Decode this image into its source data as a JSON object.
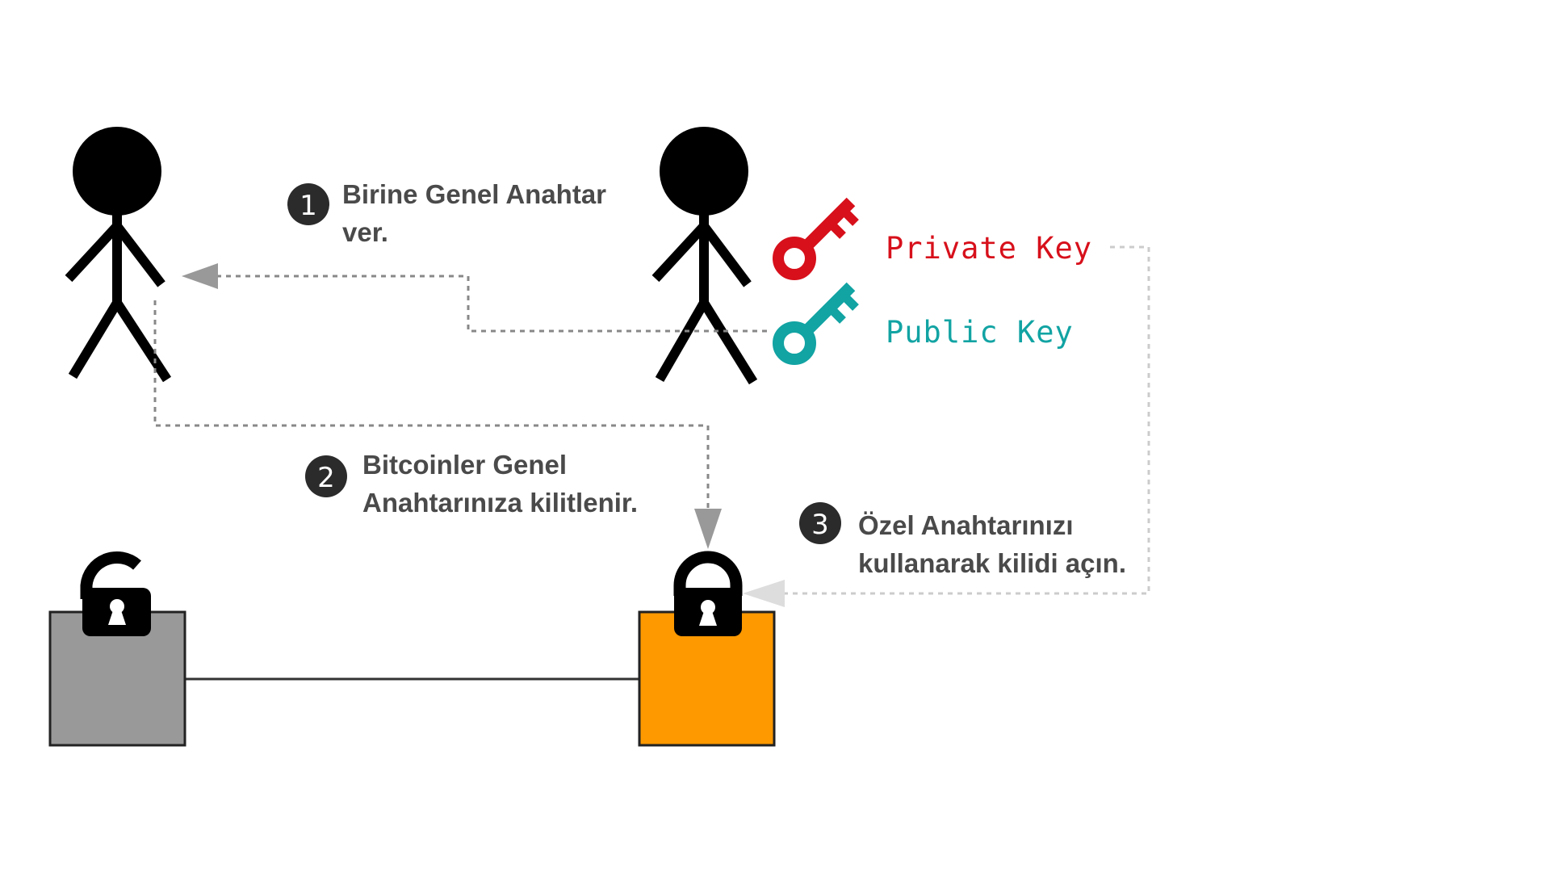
{
  "colors": {
    "private_key": "#d7101b",
    "public_key": "#12a3a3",
    "locked_box": "#ff9900",
    "unlocked_box": "#999999",
    "text": "#4a4a4a",
    "badge": "#2b2b2b"
  },
  "keys": {
    "private_label": "Private Key",
    "public_label": "Public Key"
  },
  "steps": [
    {
      "number": "1",
      "lines": [
        "Birine Genel Anahtar",
        "ver."
      ]
    },
    {
      "number": "2",
      "lines": [
        "Bitcoinler Genel",
        "Anahtarınıza kilitlenir."
      ]
    },
    {
      "number": "3",
      "lines": [
        "Özel Anahtarınızı",
        "kullanarak kilidi açın."
      ]
    }
  ],
  "icons": {
    "person_left": "stick-figure-icon",
    "person_right": "stick-figure-icon",
    "private_key": "key-icon",
    "public_key": "key-icon",
    "open_padlock": "unlocked-padlock-icon",
    "closed_padlock": "locked-padlock-icon"
  }
}
